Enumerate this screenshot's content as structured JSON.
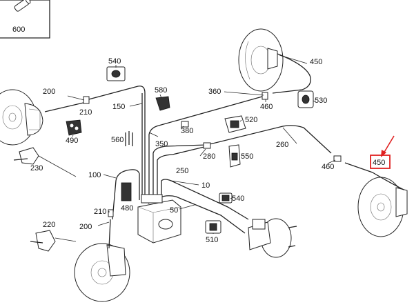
{
  "callouts": {
    "c600": "600",
    "c540a": "540",
    "c450a": "450",
    "c200a": "200",
    "c580": "580",
    "c360": "360",
    "c210a": "210",
    "c150": "150",
    "c460a": "460",
    "c530": "530",
    "c490": "490",
    "c380": "380",
    "c520": "520",
    "c560": "560",
    "c350": "350",
    "c260": "260",
    "c230": "230",
    "c280": "280",
    "c550": "550",
    "c460b": "460",
    "c450b": "450",
    "c250": "250",
    "c100": "100",
    "c10": "10",
    "c480": "480",
    "c540b": "540",
    "c210b": "210",
    "c50": "50",
    "c220": "220",
    "c200b": "200",
    "c510": "510"
  },
  "highlight_color": "#e02020"
}
